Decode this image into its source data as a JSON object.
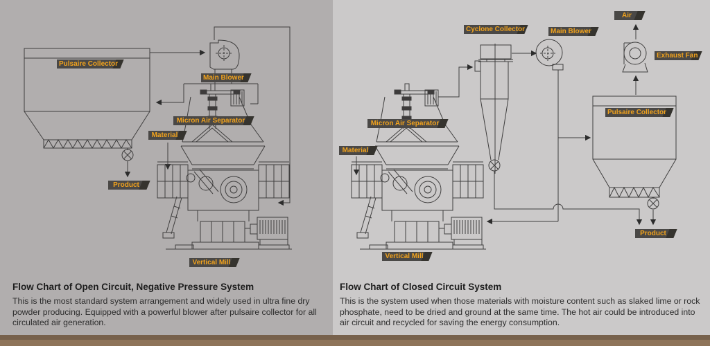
{
  "panels": {
    "left": {
      "title": "Flow Chart of Open Circuit, Negative Pressure System",
      "body": "This is the most standard system arrangement and widely used in ultra fine dry powder producing. Equipped with a powerful blower after pulsaire collector for all circulated air generation.",
      "labels": {
        "pulsaire_collector": "Pulsaire Collector",
        "main_blower": "Main Blower",
        "micron_air_separator": "Micron Air Separator",
        "material": "Material",
        "product": "Product",
        "vertical_mill": "Vertical Mill"
      }
    },
    "right": {
      "title": "Flow Chart of Closed Circuit System",
      "body": "This is the system used when those materials with moisture content such as slaked lime or rock phosphate, need to be dried and ground at the same time. The hot air could be introduced into air circuit and recycled for saving the energy consumption.",
      "labels": {
        "cyclone_collector": "Cyclone Collector",
        "main_blower": "Main Blower",
        "air": "Air",
        "exhaust_fan": "Exhaust Fan",
        "micron_air_separator": "Micron Air Separator",
        "material": "Material",
        "pulsaire_collector": "Pulsaire Collector",
        "product": "Product",
        "vertical_mill": "Vertical Mill"
      }
    }
  },
  "colors": {
    "panel_left_bg": "#b1aeae",
    "panel_right_bg": "#cbc9c9",
    "label_bg": "#4a4846",
    "label_fold": "#35332e",
    "label_text": "#f2a31d",
    "line": "#3f3e3e",
    "footer_dark": "#77614c",
    "footer_light": "#8e7459"
  }
}
